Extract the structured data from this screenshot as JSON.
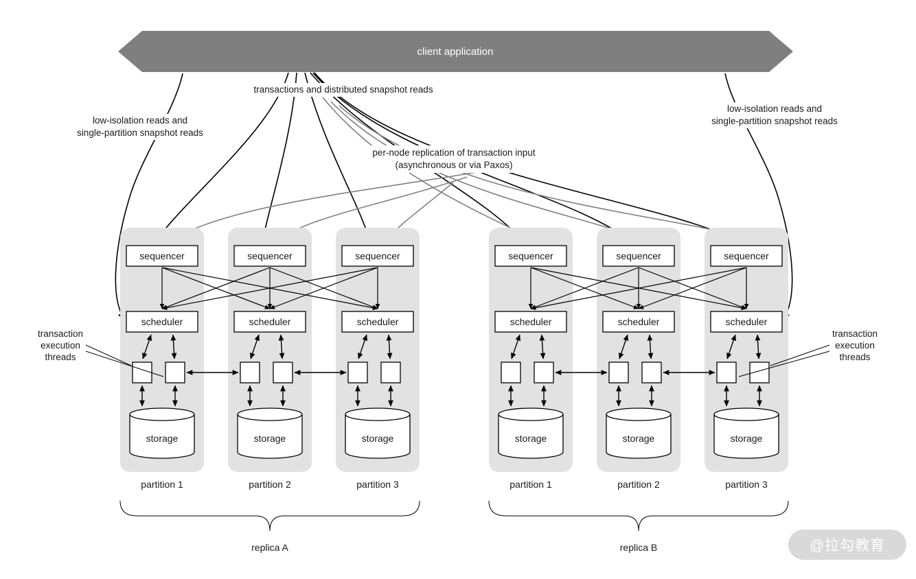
{
  "banner": {
    "label": "client application"
  },
  "flow_labels": {
    "transactions": "transactions and distributed snapshot reads",
    "replication_line1": "per-node replication of transaction input",
    "replication_line2": "(asynchronous or via Paxos)",
    "low_isolation_line1": "low-isolation reads and",
    "low_isolation_line2": "single-partition snapshot reads"
  },
  "thread_label": {
    "line1": "transaction",
    "line2": "execution",
    "line3": "threads"
  },
  "replicas": [
    {
      "name": "replica A",
      "partitions": [
        {
          "label": "partition 1",
          "sequencer": "sequencer",
          "scheduler": "scheduler",
          "storage": "storage"
        },
        {
          "label": "partition 2",
          "sequencer": "sequencer",
          "scheduler": "scheduler",
          "storage": "storage"
        },
        {
          "label": "partition 3",
          "sequencer": "sequencer",
          "scheduler": "scheduler",
          "storage": "storage"
        }
      ]
    },
    {
      "name": "replica B",
      "partitions": [
        {
          "label": "partition 1",
          "sequencer": "sequencer",
          "scheduler": "scheduler",
          "storage": "storage"
        },
        {
          "label": "partition 2",
          "sequencer": "sequencer",
          "scheduler": "scheduler",
          "storage": "storage"
        },
        {
          "label": "partition 3",
          "sequencer": "sequencer",
          "scheduler": "scheduler",
          "storage": "storage"
        }
      ]
    }
  ],
  "watermark": "@拉勾教育",
  "colors": {
    "banner": "#7f7f7f",
    "partition_bg": "#e2e2e2",
    "transaction_arrow": "#000000",
    "replication_arrow": "#808080"
  }
}
